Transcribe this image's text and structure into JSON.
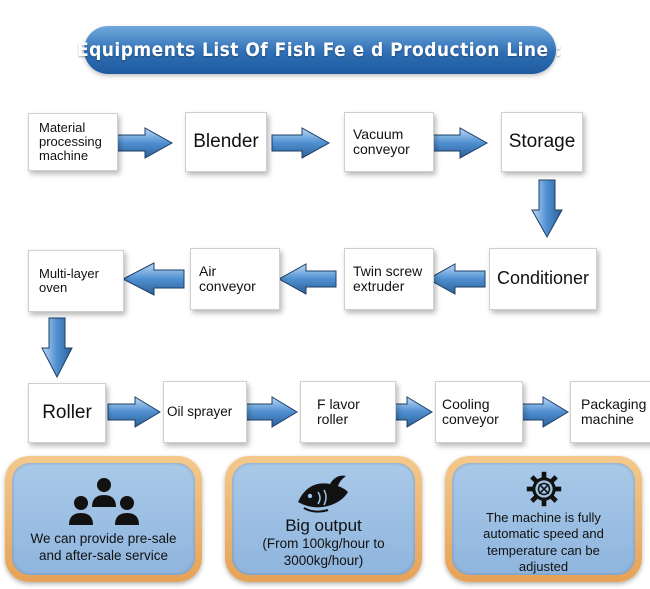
{
  "banner": {
    "title": "Equipments List Of Fish Fe e d Production Line :"
  },
  "steps": {
    "material": "Material processing machine",
    "blender": "Blender",
    "vacuum": "Vacuum conveyor",
    "storage": "Storage",
    "conditioner": "Conditioner",
    "twin_screw": "Twin screw extruder",
    "air_conveyor": "Air conveyor",
    "oven": "Multi-layer oven",
    "roller": "Roller",
    "oil_sprayer": "Oil sprayer",
    "flavor_roller": "F lavor roller",
    "cooling": "Cooling conveyor",
    "packaging": "Packaging machine"
  },
  "features": {
    "service": {
      "icon": "people-group-icon",
      "text": "We can provide pre-sale and after-sale service"
    },
    "output": {
      "icon": "fish-icon",
      "title": "Big output",
      "subtitle": "(From 100kg/hour to 3000kg/hour)"
    },
    "automatic": {
      "icon": "gear-icon",
      "text": "The machine is fully automatic speed and temperature can be adjusted"
    }
  },
  "colors": {
    "arrow": "#4f8fd1",
    "arrow_dark": "#2c5f96",
    "card_border": "#e8a85a",
    "card_fill": "#9fc2e6",
    "banner": "#2f6fb5"
  }
}
